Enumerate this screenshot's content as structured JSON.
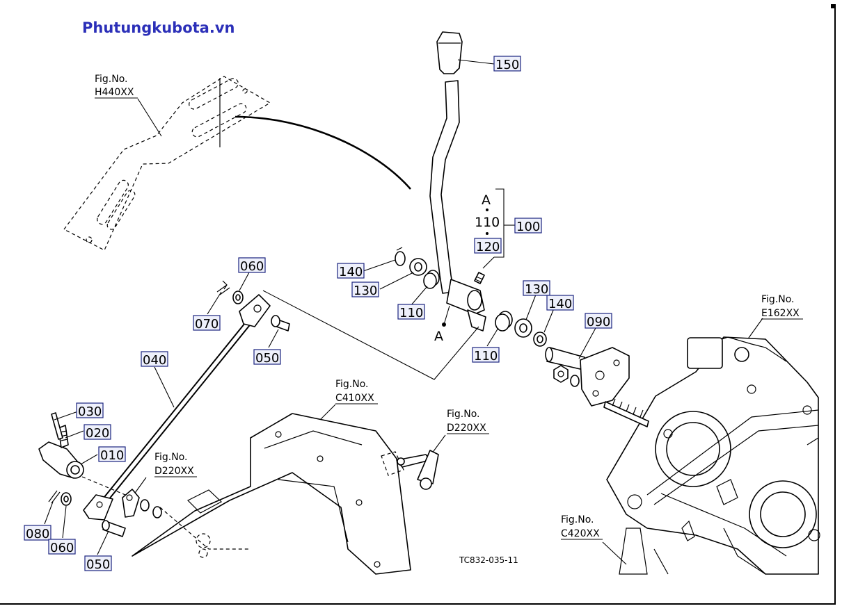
{
  "watermark": "Phutungkubota.vn",
  "diagram_code": "TC832-035-11",
  "fig_refs": [
    {
      "id": "h440",
      "label": "Fig.No.",
      "ref": "H440XX"
    },
    {
      "id": "e162",
      "label": "Fig.No.",
      "ref": "E162XX"
    },
    {
      "id": "c410",
      "label": "Fig.No.",
      "ref": "C410XX"
    },
    {
      "id": "d220a",
      "label": "Fig.No.",
      "ref": "D220XX"
    },
    {
      "id": "d220b",
      "label": "Fig.No.",
      "ref": "D220XX"
    },
    {
      "id": "c420",
      "label": "Fig.No.",
      "ref": "C420XX"
    }
  ],
  "parts": [
    {
      "id": "p150",
      "num": "150"
    },
    {
      "id": "p100",
      "num": "100"
    },
    {
      "id": "p120",
      "num": "120"
    },
    {
      "id": "p140a",
      "num": "140"
    },
    {
      "id": "p130a",
      "num": "130"
    },
    {
      "id": "p110a",
      "num": "110"
    },
    {
      "id": "p130b",
      "num": "130"
    },
    {
      "id": "p140b",
      "num": "140"
    },
    {
      "id": "p090",
      "num": "090"
    },
    {
      "id": "p110b",
      "num": "110"
    },
    {
      "id": "p060a",
      "num": "060"
    },
    {
      "id": "p070",
      "num": "070"
    },
    {
      "id": "p050a",
      "num": "050"
    },
    {
      "id": "p040",
      "num": "040"
    },
    {
      "id": "p030",
      "num": "030"
    },
    {
      "id": "p020",
      "num": "020"
    },
    {
      "id": "p010",
      "num": "010"
    },
    {
      "id": "p080",
      "num": "080"
    },
    {
      "id": "p060b",
      "num": "060"
    },
    {
      "id": "p050b",
      "num": "050"
    }
  ],
  "plain_labels": [
    {
      "id": "a-top",
      "text": "A"
    },
    {
      "id": "p110-plain",
      "text": "110"
    },
    {
      "id": "a-bottom",
      "text": "A"
    }
  ]
}
